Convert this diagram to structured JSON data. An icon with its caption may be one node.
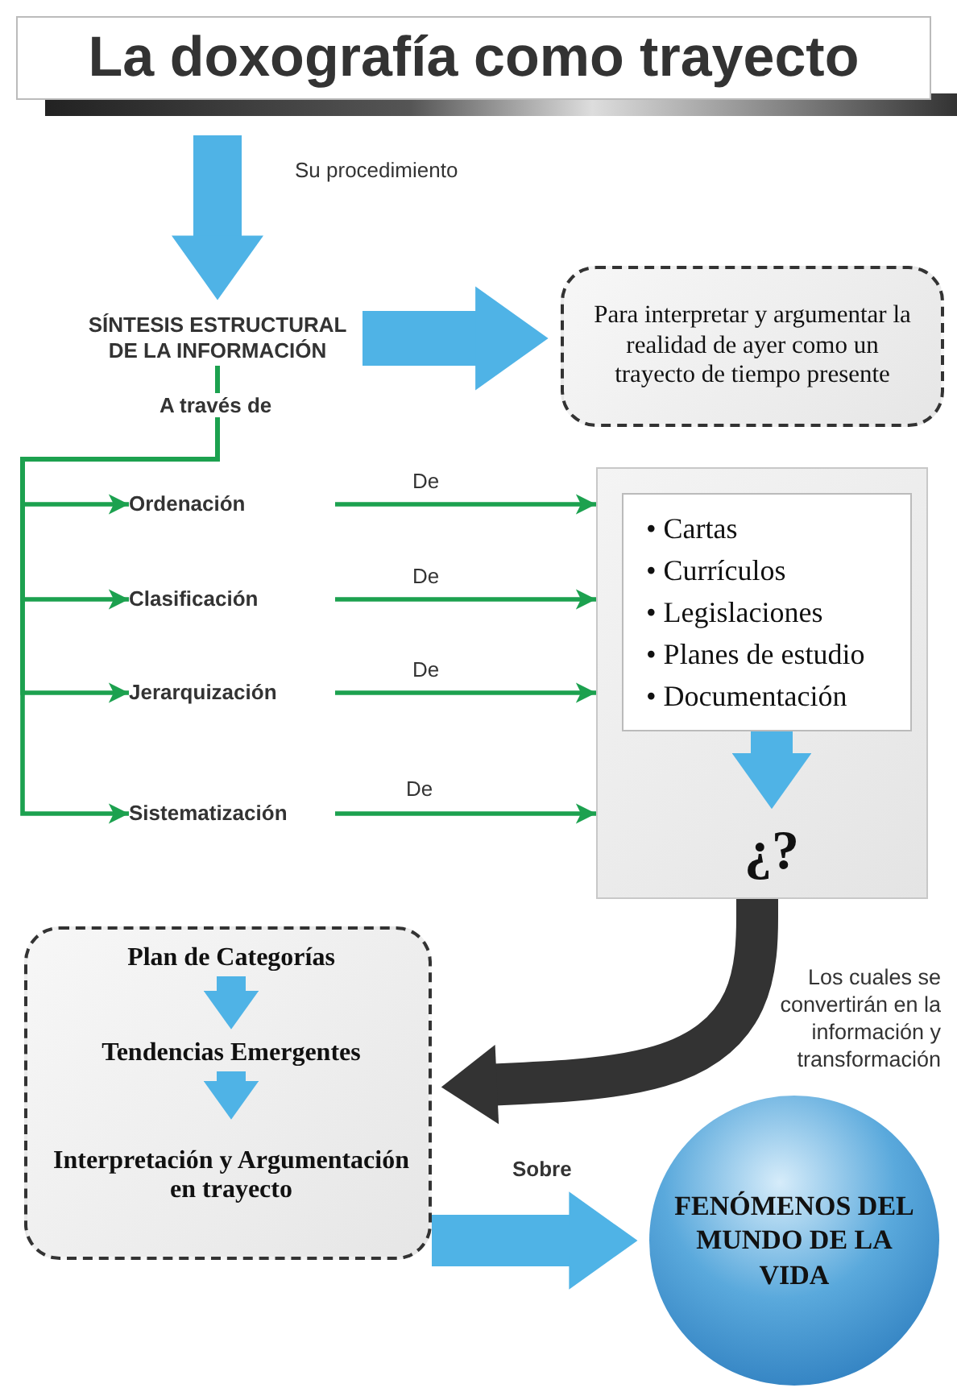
{
  "diagram": {
    "title": "La doxografía como trayecto",
    "nodes": [
      {
        "text": [
          "SÍNTESIS ESTRUCTURAL DE LA INFORMACIÓN"
        ]
      },
      {
        "text": [
          "Para interpretar y argumentar la realidad de ayer como un trayecto de tiempo presente"
        ]
      },
      {
        "text": [
          "Ordenación"
        ]
      },
      {
        "text": [
          "Clasificación"
        ]
      },
      {
        "text": [
          "Jerarquización"
        ]
      },
      {
        "text": [
          "Sistematización"
        ]
      },
      {
        "text": [],
        "shape": "box"
      },
      {
        "text": [
          "• Cartas",
          "• Currículos",
          "• Legislaciones",
          "• Planes de estudio",
          "• Documentación"
        ],
        "in": 6
      },
      {
        "text": [
          "¿?"
        ],
        "in": 6
      },
      {
        "text": [],
        "shape": "box"
      },
      {
        "text": [
          "Plan de Categorías"
        ],
        "in": 9
      },
      {
        "text": [
          "Tendencias Emergentes"
        ],
        "in": 9
      },
      {
        "text": [
          "Interpretación y Argumentación en trayecto"
        ],
        "in": 9
      },
      {
        "text": [
          "FENÓMENOS DEL MUNDO DE LA VIDA"
        ]
      }
    ],
    "edges": [
      {
        "from": null,
        "to": 0,
        "arrow": "to",
        "label": "Su procedimiento",
        "style": "thick",
        "color": "#4fb3e6"
      },
      {
        "from": 0,
        "to": 1,
        "arrow": "to",
        "style": "thick",
        "color": "#4fb3e6"
      },
      {
        "from": 0,
        "to": 2,
        "arrow": "to",
        "label": "A través de"
      },
      {
        "from": 0,
        "to": 3,
        "arrow": "to"
      },
      {
        "from": 0,
        "to": 4,
        "arrow": "to"
      },
      {
        "from": 0,
        "to": 5,
        "arrow": "to"
      },
      {
        "from": 2,
        "to": 6,
        "arrow": "to",
        "label": "De"
      },
      {
        "from": 3,
        "to": 6,
        "arrow": "to",
        "label": "De"
      },
      {
        "from": 4,
        "to": 6,
        "arrow": "to",
        "label": "De"
      },
      {
        "from": 5,
        "to": 6,
        "arrow": "to",
        "label": "De"
      },
      {
        "from": 7,
        "to": 8,
        "arrow": "to",
        "style": "thick",
        "color": "#4fb3e6"
      },
      {
        "from": 6,
        "to": 9,
        "arrow": "to",
        "label": "Los cuales se convertirán en la información y transformación",
        "style": "thick",
        "color": "#333333"
      },
      {
        "from": 10,
        "to": 11,
        "arrow": "to",
        "style": "thick",
        "color": "#4fb3e6"
      },
      {
        "from": 11,
        "to": 12,
        "arrow": "to",
        "style": "thick",
        "color": "#4fb3e6"
      },
      {
        "from": 9,
        "to": 13,
        "arrow": "to",
        "label": "Sobre",
        "style": "thick",
        "color": "#4fb3e6"
      }
    ]
  }
}
